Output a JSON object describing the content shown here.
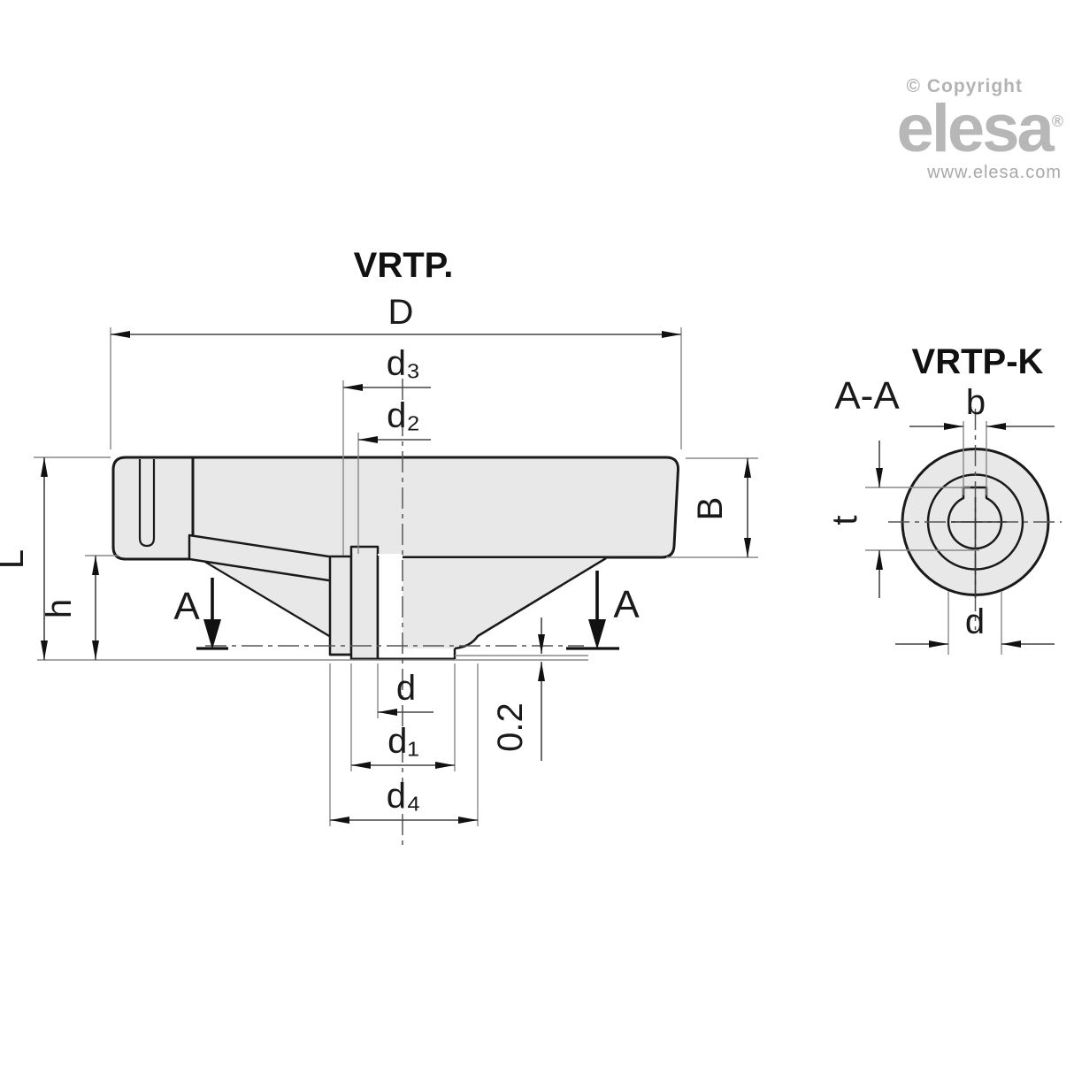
{
  "branding": {
    "copyright": "© Copyright",
    "logo": "elesa",
    "registered": "®",
    "website": "www.elesa.com"
  },
  "main_view": {
    "title": "VRTP.",
    "dims": {
      "D": "D",
      "d3": "d₃",
      "d2": "d₂",
      "L": "L",
      "h": "h",
      "B": "B",
      "d": "d",
      "d1": "d₁",
      "d4": "d₄",
      "gap": "0.2"
    },
    "section_marker": {
      "left": "A",
      "right": "A"
    }
  },
  "section_view": {
    "title": "VRTP-K",
    "section_label": "A-A",
    "dims": {
      "b": "b",
      "t": "t",
      "d": "d"
    }
  },
  "colors": {
    "line": "#1a1a1a",
    "body_fill": "#e8e8e8",
    "dimension_line": "#444444",
    "extension_line": "#888888",
    "logo_gray": "#b5b5b5"
  }
}
